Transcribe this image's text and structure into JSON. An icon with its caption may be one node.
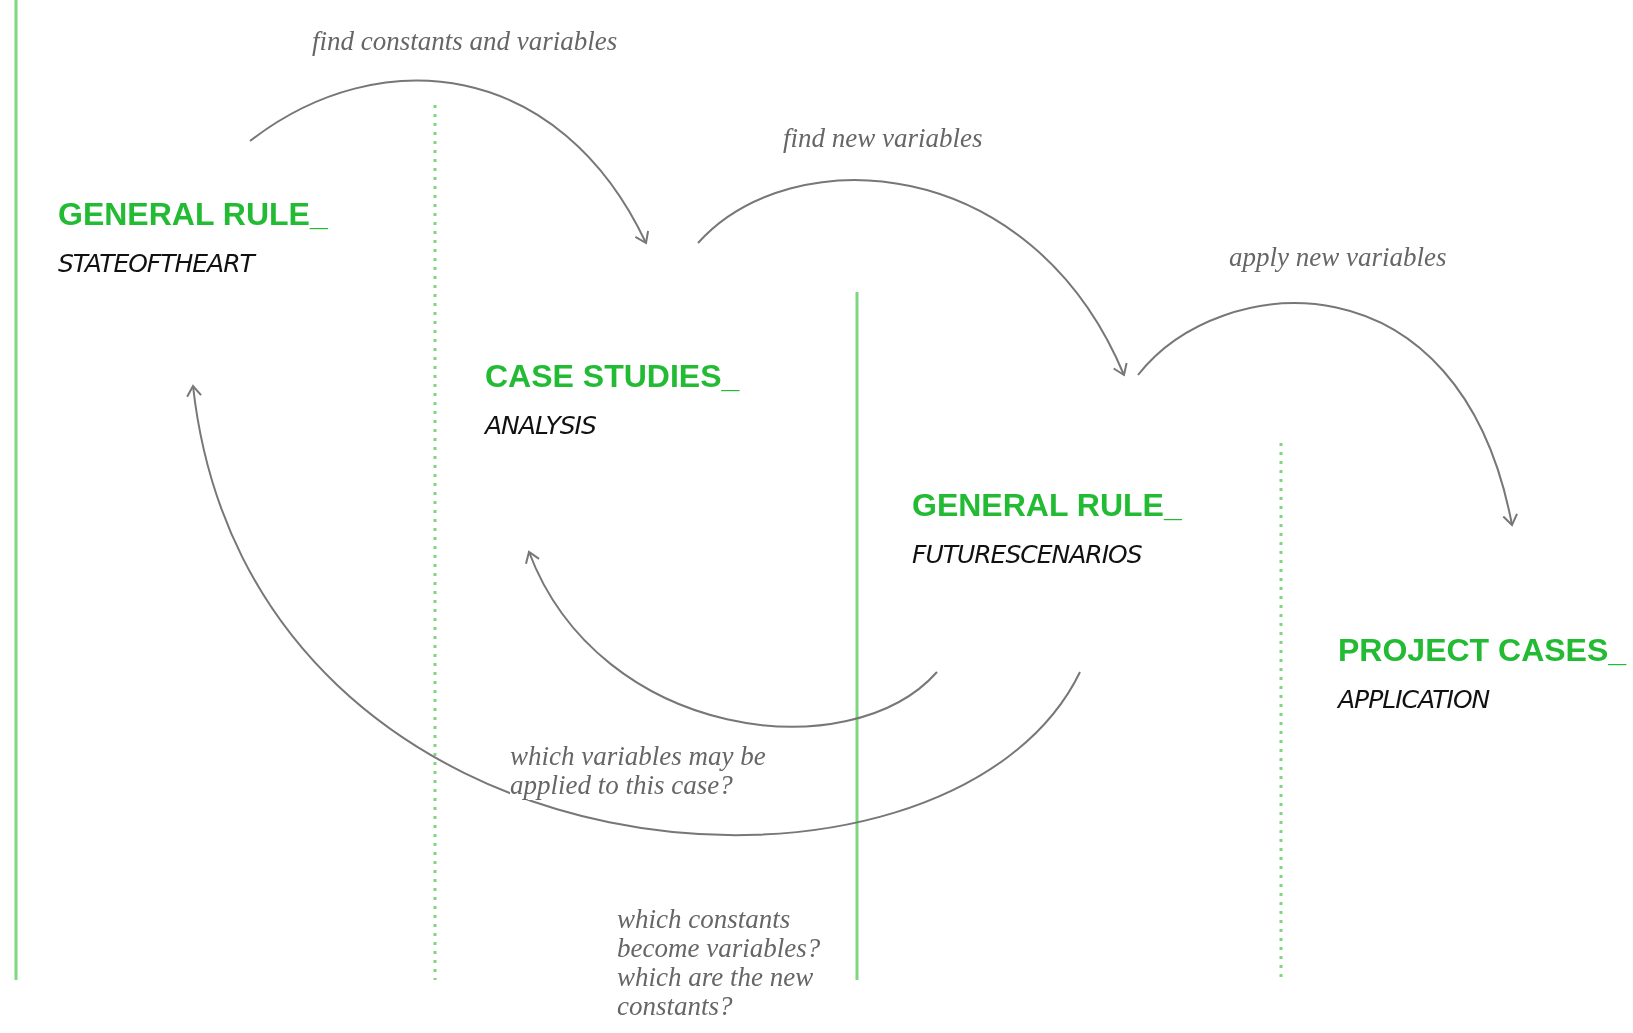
{
  "diagram": {
    "nodes": [
      {
        "text": [
          "GENERAL RULE_",
          "STATEOFTHEART"
        ]
      },
      {
        "text": [
          "CASE STUDIES_",
          "ANALYSIS"
        ]
      },
      {
        "text": [
          "GENERAL RULE_",
          "FUTURESCENARIOS"
        ]
      },
      {
        "text": [
          "PROJECT CASES_",
          "APPLICATION"
        ]
      }
    ],
    "edges": [
      {
        "from": 0,
        "to": 1,
        "arrow": "to",
        "label": "find constants and variables"
      },
      {
        "from": 1,
        "to": 2,
        "arrow": "to",
        "label": "find new variables"
      },
      {
        "from": 2,
        "to": 3,
        "arrow": "to",
        "label": "apply new variables"
      },
      {
        "from": 2,
        "to": 1,
        "arrow": "to",
        "label": "which variables may be applied to this case?"
      },
      {
        "from": 2,
        "to": 0,
        "arrow": "to",
        "label": "which constants become variables? which are the new constants?"
      }
    ]
  }
}
